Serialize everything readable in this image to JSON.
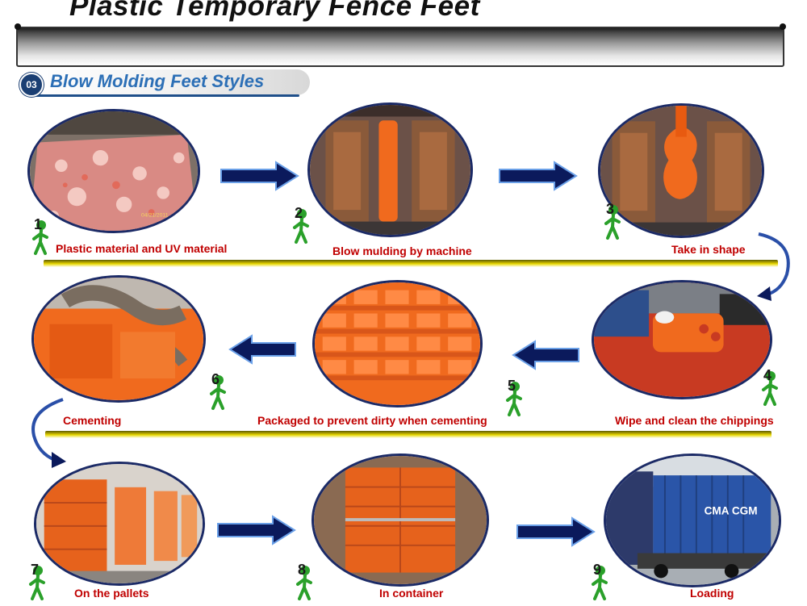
{
  "title": "Plastic Temporary Fence Feet",
  "section": {
    "number": "03",
    "text": "Blow Molding Feet Styles"
  },
  "steps": [
    {
      "num": "1",
      "label": "Plastic material and UV material"
    },
    {
      "num": "2",
      "label": "Blow mulding  by machine"
    },
    {
      "num": "3",
      "label": "Take in shape"
    },
    {
      "num": "4",
      "label": "Wipe and clean the chippings"
    },
    {
      "num": "5",
      "label": "Packaged to prevent dirty when cementing"
    },
    {
      "num": "6",
      "label": "Cementing"
    },
    {
      "num": "7",
      "label": "On the pallets"
    },
    {
      "num": "8",
      "label": "In container"
    },
    {
      "num": "9",
      "label": "Loading"
    }
  ],
  "photo_text": {
    "date1": "04/21/2011",
    "container_brand": "CMA CGM"
  },
  "colors": {
    "label": "#c00000",
    "arrow_fill": "#0b1a5c",
    "arrow_outline": "#6aa0e8",
    "photo_border": "#1b2a66",
    "walker": "#2aa02a",
    "product": "#f06a1e"
  }
}
